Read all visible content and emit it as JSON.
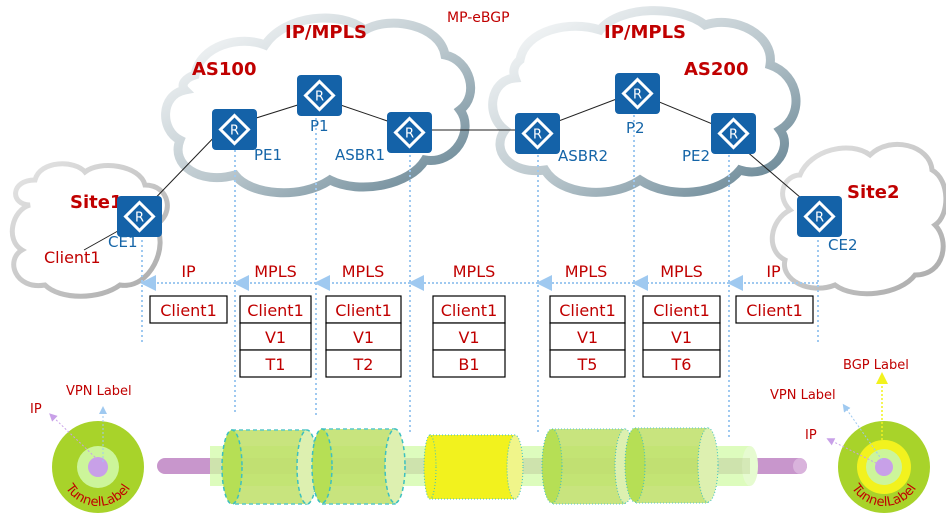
{
  "title_bgp": "MP-eBGP",
  "clouds": {
    "as100": {
      "network": "IP/MPLS",
      "as": "AS100"
    },
    "as200": {
      "network": "IP/MPLS",
      "as": "AS200"
    },
    "site1": {
      "label": "Site1"
    },
    "site2": {
      "label": "Site2"
    }
  },
  "client_label": "Client1",
  "routers": [
    {
      "id": "ce1",
      "label": "CE1"
    },
    {
      "id": "pe1",
      "label": "PE1"
    },
    {
      "id": "p1",
      "label": "P1"
    },
    {
      "id": "asbr1",
      "label": "ASBR1"
    },
    {
      "id": "asbr2",
      "label": "ASBR2"
    },
    {
      "id": "p2",
      "label": "P2"
    },
    {
      "id": "pe2",
      "label": "PE2"
    },
    {
      "id": "ce2",
      "label": "CE2"
    }
  ],
  "segments": [
    {
      "label": "IP",
      "stack": [
        "Client1"
      ]
    },
    {
      "label": "MPLS",
      "stack": [
        "Client1",
        "V1",
        "T1"
      ]
    },
    {
      "label": "MPLS",
      "stack": [
        "Client1",
        "V1",
        "T2"
      ]
    },
    {
      "label": "MPLS",
      "stack": [
        "Client1",
        "V1",
        "B1"
      ]
    },
    {
      "label": "MPLS",
      "stack": [
        "Client1",
        "V1",
        "T5"
      ]
    },
    {
      "label": "MPLS",
      "stack": [
        "Client1",
        "V1",
        "T6"
      ]
    },
    {
      "label": "IP",
      "stack": [
        "Client1"
      ]
    }
  ],
  "legend_left": {
    "ip": "IP",
    "vpn": "VPN Label",
    "ring": "TunnelLabel"
  },
  "legend_right": {
    "ip": "IP",
    "vpn": "VPN Label",
    "bgp": "BGP Label",
    "ring": "TunnelLabel"
  },
  "colors": {
    "router": "#1462a8",
    "label_red": "#c00000",
    "label_blue": "#1565a8",
    "tunnel_green": "#a8d32a",
    "vpn_green": "#ccf59a",
    "ip_purple": "#c896cc",
    "bgp_yellow": "#f2f21e",
    "dotted_blue": "#9fc9f0"
  }
}
